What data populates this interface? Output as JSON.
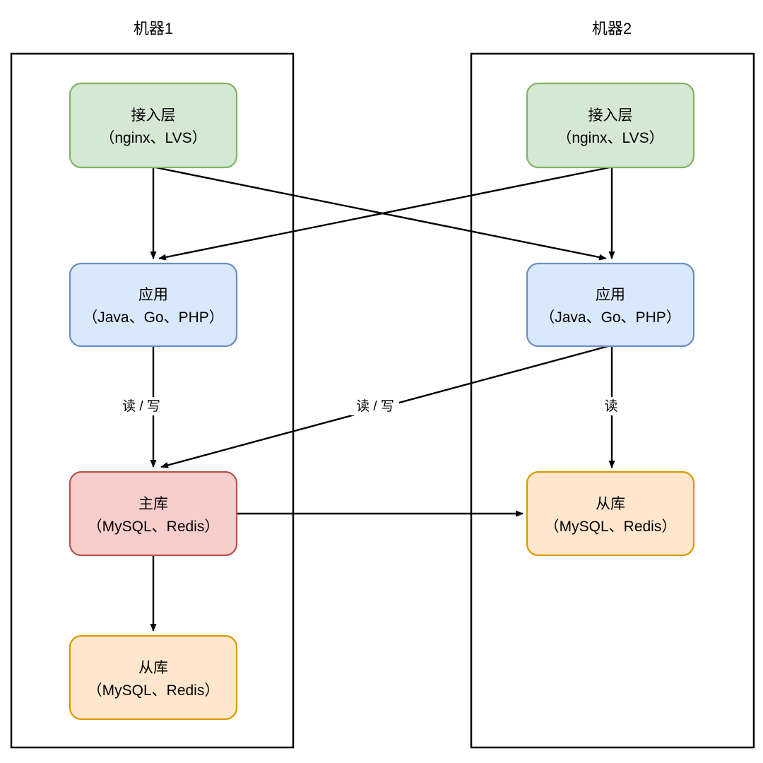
{
  "diagram": {
    "title_left": "机器1",
    "title_right": "机器2",
    "machines": [
      {
        "id": "machine-1",
        "title": "机器1",
        "nodes": [
          {
            "id": "access-layer-1",
            "name": "access-layer",
            "line1": "接入层",
            "line2": "（nginx、LVS）",
            "fill": "#d5e8d4",
            "stroke": "#82b366"
          },
          {
            "id": "application-1",
            "name": "application",
            "line1": "应用",
            "line2": "（Java、Go、PHP）",
            "fill": "#dae8fc",
            "stroke": "#6c8ebf"
          },
          {
            "id": "master-db-1",
            "name": "master-database",
            "line1": "主库",
            "line2": "（MySQL、Redis）",
            "fill": "#f8cecc",
            "stroke": "#b85450"
          },
          {
            "id": "slave-db-1",
            "name": "slave-database",
            "line1": "从库",
            "line2": "（MySQL、Redis）",
            "fill": "#ffe6cc",
            "stroke": "#d79b00"
          }
        ]
      },
      {
        "id": "machine-2",
        "title": "机器2",
        "nodes": [
          {
            "id": "access-layer-2",
            "name": "access-layer",
            "line1": "接入层",
            "line2": "（nginx、LVS）",
            "fill": "#d5e8d4",
            "stroke": "#82b366"
          },
          {
            "id": "application-2",
            "name": "application",
            "line1": "应用",
            "line2": "（Java、Go、PHP）",
            "fill": "#dae8fc",
            "stroke": "#6c8ebf"
          },
          {
            "id": "slave-db-2",
            "name": "slave-database",
            "line1": "从库",
            "line2": "（MySQL、Redis）",
            "fill": "#ffe6cc",
            "stroke": "#d79b00"
          }
        ]
      }
    ],
    "edge_labels": {
      "read_write_left": "读 / 写",
      "read_write_cross": "读 / 写",
      "read_right": "读"
    },
    "edges": [
      {
        "id": "edge-access1-app1",
        "from": "access-layer-1",
        "to": "application-1",
        "label": ""
      },
      {
        "id": "edge-access1-app2",
        "from": "access-layer-1",
        "to": "application-2",
        "label": ""
      },
      {
        "id": "edge-access2-app2",
        "from": "access-layer-2",
        "to": "application-2",
        "label": ""
      },
      {
        "id": "edge-access2-app1",
        "from": "access-layer-2",
        "to": "application-1",
        "label": ""
      },
      {
        "id": "edge-app1-master",
        "from": "application-1",
        "to": "master-db-1",
        "label": "读 / 写"
      },
      {
        "id": "edge-app2-master",
        "from": "application-2",
        "to": "master-db-1",
        "label": "读 / 写"
      },
      {
        "id": "edge-app2-slave2",
        "from": "application-2",
        "to": "slave-db-2",
        "label": "读"
      },
      {
        "id": "edge-master-slave1",
        "from": "master-db-1",
        "to": "slave-db-1",
        "label": ""
      },
      {
        "id": "edge-master-slave2",
        "from": "master-db-1",
        "to": "slave-db-2",
        "label": ""
      }
    ],
    "colors": {
      "green_fill": "#d5e8d4",
      "green_stroke": "#82b366",
      "blue_fill": "#dae8fc",
      "blue_stroke": "#6c8ebf",
      "red_fill": "#f8cecc",
      "red_stroke": "#b85450",
      "orange_fill": "#ffe6cc",
      "orange_stroke": "#d79b00",
      "line": "#000000",
      "background": "#ffffff"
    }
  }
}
